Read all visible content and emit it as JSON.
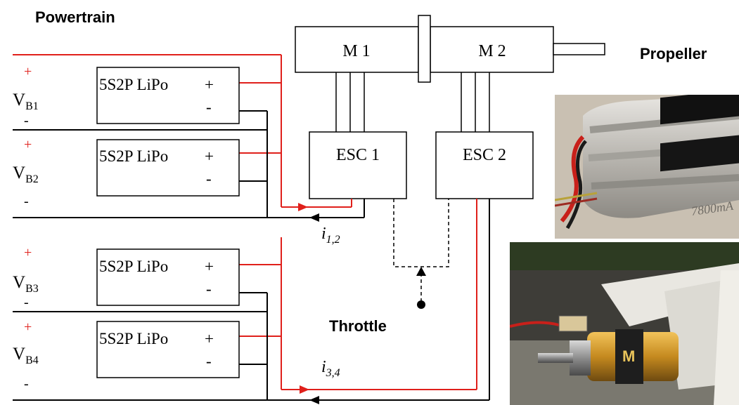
{
  "title": "Powertrain",
  "propeller_label": "Propeller",
  "throttle_label": "Throttle",
  "motors": [
    {
      "label": "M 1"
    },
    {
      "label": "M 2"
    }
  ],
  "escs": [
    {
      "label": "ESC 1"
    },
    {
      "label": "ESC 2"
    }
  ],
  "batteries": [
    {
      "pack": "5S2P LiPo",
      "plus": "+",
      "minus": "-",
      "voltage_base": "V",
      "voltage_sub": "B1",
      "terminal_plus": "+",
      "terminal_minus": "-"
    },
    {
      "pack": "5S2P LiPo",
      "plus": "+",
      "minus": "-",
      "voltage_base": "V",
      "voltage_sub": "B2",
      "terminal_plus": "+",
      "terminal_minus": "-"
    },
    {
      "pack": "5S2P LiPo",
      "plus": "+",
      "minus": "-",
      "voltage_base": "V",
      "voltage_sub": "B3",
      "terminal_plus": "+",
      "terminal_minus": "-"
    },
    {
      "pack": "5S2P LiPo",
      "plus": "+",
      "minus": "-",
      "voltage_base": "V",
      "voltage_sub": "B4",
      "terminal_plus": "+",
      "terminal_minus": "-"
    }
  ],
  "currents": [
    {
      "base": "i",
      "sub": "1,2"
    },
    {
      "base": "i",
      "sub": "3,4"
    }
  ],
  "colors": {
    "positive": "#e0201b",
    "wire": "#000000",
    "box": "#000000"
  },
  "photos": {
    "battery_label": "7800mA",
    "motor_label": "M"
  }
}
